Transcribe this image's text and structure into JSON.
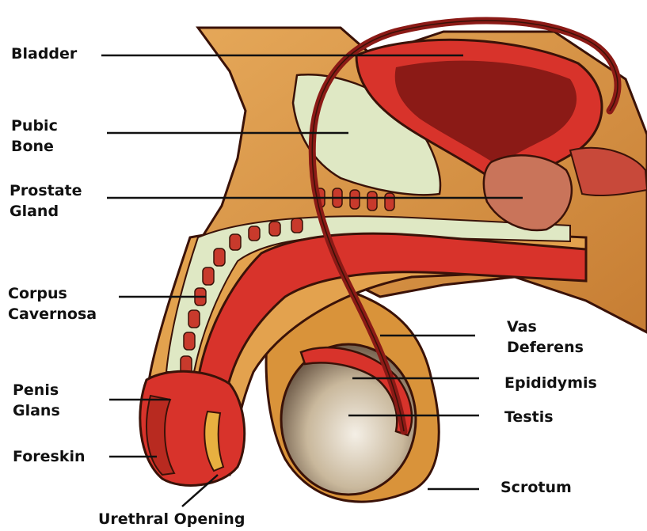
{
  "labels": {
    "bladder": "Bladder",
    "pubic_bone": [
      "Pubic",
      "Bone"
    ],
    "prostate_gland": [
      "Prostate",
      "Gland"
    ],
    "corpus_cavernosa": [
      "Corpus",
      "Cavernosa"
    ],
    "penis_glans": [
      "Penis",
      "Glans"
    ],
    "foreskin": "Foreskin",
    "urethral_opening": "Urethral Opening",
    "vas_deferens": [
      "Vas",
      "Deferens"
    ],
    "epididymis": "Epididymis",
    "testis": "Testis",
    "scrotum": "Scrotum"
  },
  "colors": {
    "skin": "#d9933a",
    "skin_dark": "#b8692a",
    "tissue_red": "#d8332b",
    "dark_red": "#8b1a16",
    "bone": "#dfe8c4",
    "testis": "#cbb89a",
    "outline": "#3a1208",
    "leader": "#111111"
  }
}
